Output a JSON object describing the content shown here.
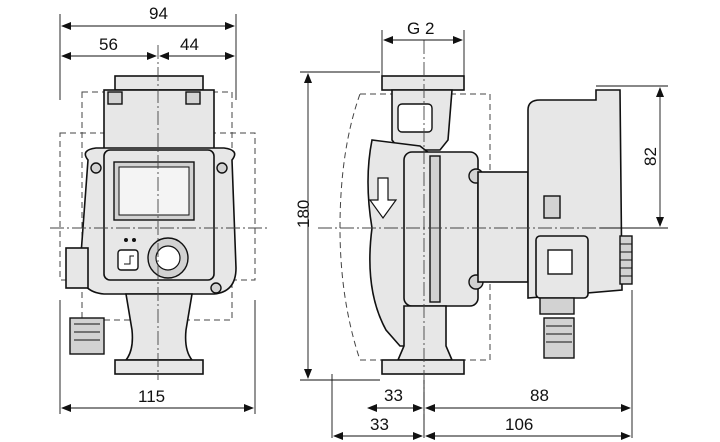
{
  "dimensions": {
    "front_total_width": "94",
    "front_left_offset": "56",
    "front_right_offset": "44",
    "front_base_width": "115",
    "connection_thread": "G 2",
    "side_total_height": "180",
    "side_motor_height": "82",
    "side_flange_to_axis_top": "33",
    "side_axis_to_motor": "88",
    "side_flange_to_axis_bottom": "33",
    "side_axis_to_end": "106"
  }
}
